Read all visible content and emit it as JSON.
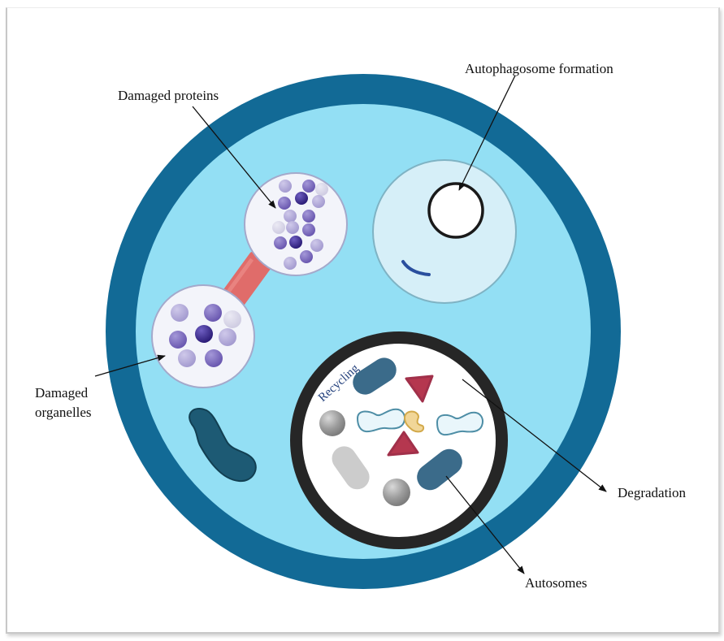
{
  "labels": {
    "damaged_proteins": "Damaged proteins",
    "autophagosome_formation": "Autophagosome formation",
    "damaged_organelles_line1": "Damaged",
    "damaged_organelles_line2": "organelles",
    "recycling": "Recycling",
    "degradation": "Degradation",
    "autosomes": "Autosomes"
  },
  "colors": {
    "cell_membrane": "#126a96",
    "cytoplasm": "#93dff4",
    "autophagosome_zone": "#d6eff8",
    "lysosome_ring": "#262626",
    "protein_vesicle": "#f3f4fa",
    "vesicle_border": "#9aa0c8",
    "connector": "#e06c6a",
    "organelle_dark": "#3b6b8a",
    "mitochondrion": "#1d5a74",
    "triangle": "#b5374f",
    "bean": "#e9f6fb",
    "bean_border": "#4e8ea6",
    "sphere": "#9a9a9a",
    "gray_capsule": "#cccccc",
    "small_yellow": "#f1d698",
    "protein_dark": "#3b2a8c",
    "protein_mid": "#7764b8",
    "protein_light": "#b1a9d8",
    "protein_pale": "#d6d4e8"
  }
}
